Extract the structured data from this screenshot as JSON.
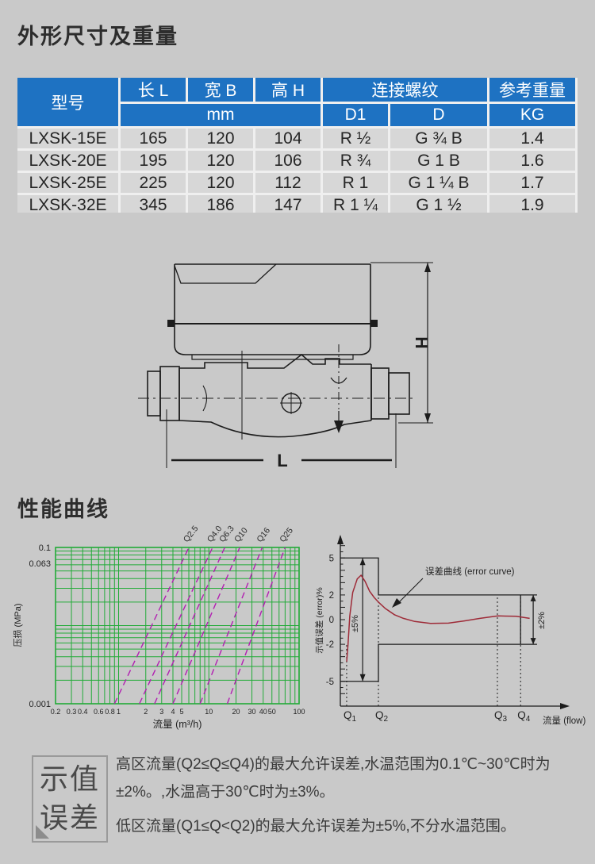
{
  "page": {
    "bg": "#c9c9c9"
  },
  "section_dimensions": {
    "title": "外形尺寸及重量"
  },
  "section_performance": {
    "title": "性能曲线"
  },
  "table": {
    "header": {
      "model": "型号",
      "length": "长 L",
      "width": "宽 B",
      "height": "高 H",
      "unit": "mm",
      "thread": "连接螺纹",
      "d1": "D1",
      "d": "D",
      "weight": "参考重量",
      "kg": "KG"
    },
    "header_bg": "#1e72c2",
    "rows": [
      {
        "model": "LXSK-15E",
        "l": "165",
        "b": "120",
        "h": "104",
        "d1": "R ½",
        "d": "G ¾ B",
        "kg": "1.4"
      },
      {
        "model": "LXSK-20E",
        "l": "195",
        "b": "120",
        "h": "106",
        "d1": "R ¾",
        "d": "G 1 B",
        "kg": "1.6"
      },
      {
        "model": "LXSK-25E",
        "l": "225",
        "b": "120",
        "h": "112",
        "d1": "R 1",
        "d": "G 1 ¼ B",
        "kg": "1.7"
      },
      {
        "model": "LXSK-32E",
        "l": "345",
        "b": "186",
        "h": "147",
        "d1": "R 1 ¼",
        "d": "G 1 ½",
        "kg": "1.9"
      }
    ]
  },
  "drawing": {
    "h_label": "H",
    "l_label": "L"
  },
  "chart_data": [
    {
      "type": "line",
      "title": "性能曲线",
      "xlabel": "流量 (m³/h)",
      "ylabel": "压损 (MPa)",
      "x_scale": "log",
      "y_scale": "log",
      "xlim": [
        0.2,
        100
      ],
      "ylim": [
        0.001,
        0.1
      ],
      "x_tick_values": [
        0.2,
        0.3,
        0.4,
        0.6,
        0.8,
        1,
        2,
        3,
        4,
        5,
        10,
        20,
        30,
        40,
        50,
        100
      ],
      "x_tick_labels": [
        "0.2",
        "0.3",
        "0.4",
        "0.6",
        "0.8",
        "1",
        "2",
        "3",
        "4",
        "5",
        "10",
        "20",
        "30",
        "40",
        "50",
        "100"
      ],
      "y_tick_values": [
        0.1,
        0.063,
        0.001
      ],
      "y_tick_labels": [
        "0.1",
        "0.063",
        "0.001"
      ],
      "grid": true,
      "grid_color": "#22ab38",
      "curve_color": "#b21fb2",
      "series": [
        {
          "name": "Q2.5",
          "points": [
            [
              0.9,
              0.001
            ],
            [
              6,
              0.1
            ]
          ]
        },
        {
          "name": "Q4.0",
          "points": [
            [
              1.7,
              0.001
            ],
            [
              11,
              0.1
            ]
          ]
        },
        {
          "name": "Q6.3",
          "points": [
            [
              2.5,
              0.001
            ],
            [
              15,
              0.1
            ]
          ]
        },
        {
          "name": "Q10",
          "points": [
            [
              4,
              0.001
            ],
            [
              22,
              0.1
            ]
          ]
        },
        {
          "name": "Q16",
          "points": [
            [
              8,
              0.001
            ],
            [
              39,
              0.1
            ]
          ]
        },
        {
          "name": "Q25",
          "points": [
            [
              16,
              0.001
            ],
            [
              70,
              0.1
            ]
          ]
        }
      ]
    },
    {
      "type": "line",
      "xlabel": "流量 (flow)",
      "ylabel": "示值误差 (error)%",
      "y_tick_values": [
        5,
        2,
        0,
        -2,
        -5
      ],
      "y_tick_labels": [
        "5",
        "2",
        "0",
        "-2",
        "-5"
      ],
      "x_tick_labels": [
        "Q1",
        "Q2",
        "Q3",
        "Q4"
      ],
      "x_tick_pos": [
        0.028,
        0.169,
        0.697,
        0.8
      ],
      "envelope": {
        "low_zone_limit": 5,
        "high_zone_limit": 2,
        "end_pos": 0.873,
        "pm5_pos": 0.099,
        "pm2_pos": 0.856
      },
      "annotations": {
        "curve_label": "误差曲线 (error curve)",
        "pm5": "±5%",
        "pm2": "±2%"
      },
      "axis_color": "#1c1c1c",
      "curve_color": "#9e2b38",
      "curve": [
        [
          0.028,
          -3.4
        ],
        [
          0.034,
          -2.0
        ],
        [
          0.042,
          0.3
        ],
        [
          0.055,
          2.2
        ],
        [
          0.075,
          3.3
        ],
        [
          0.092,
          3.6
        ],
        [
          0.11,
          3.1
        ],
        [
          0.13,
          2.3
        ],
        [
          0.15,
          1.8
        ],
        [
          0.17,
          1.4
        ],
        [
          0.2,
          0.9
        ],
        [
          0.24,
          0.4
        ],
        [
          0.28,
          0.1
        ],
        [
          0.33,
          -0.15
        ],
        [
          0.4,
          -0.3
        ],
        [
          0.48,
          -0.28
        ],
        [
          0.55,
          -0.1
        ],
        [
          0.62,
          0.1
        ],
        [
          0.7,
          0.3
        ],
        [
          0.78,
          0.27
        ],
        [
          0.84,
          0.1
        ]
      ]
    }
  ],
  "footer": {
    "box_line1": "示值",
    "box_line2": "误差",
    "para1": "高区流量(Q2≤Q≤Q4)的最大允许误差,水温范围为0.1℃~30℃时为±2%。,水温高于30℃时为±3%。",
    "para2": "低区流量(Q1≤Q<Q2)的最大允许误差为±5%,不分水温范围。"
  }
}
